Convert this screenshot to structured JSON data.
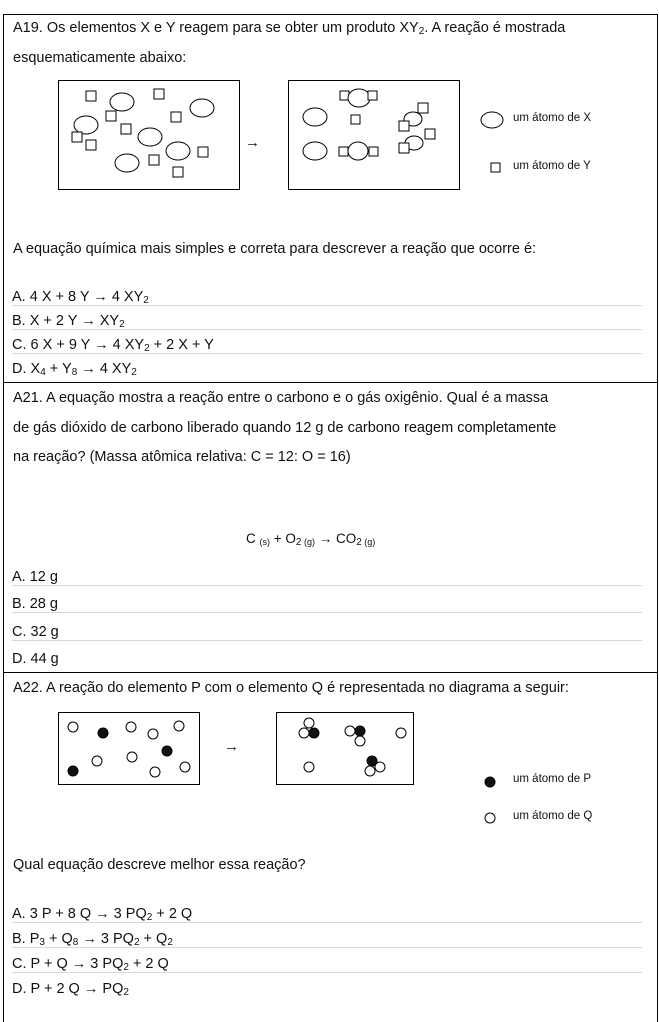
{
  "q19": {
    "stem_line1_pre": "A19. Os elementos X e Y reagem para se obter um produto XY",
    "stem_line1_sub": "2",
    "stem_line1_post": ". A reação é mostrada",
    "stem_line2": "esquematicamente abaixo:",
    "arrow": "→",
    "legend_x": "um átomo de X",
    "legend_y": "um átomo de Y",
    "question": "A equação química mais simples e correta para descrever a reação que ocorre é:",
    "options": {
      "a": {
        "p1": "A. 4 X + 8 Y → 4 XY",
        "s1": "2"
      },
      "b": {
        "p1": "B. X + 2 Y → XY",
        "s1": "2"
      },
      "c": {
        "p1": "C. 6 X + 9 Y → 4 XY",
        "s1": "2",
        "p2": " + 2 X + Y"
      },
      "d": {
        "p1": "D. X",
        "s1": "4",
        "p2": " + Y",
        "s2": "8",
        "p3": " → 4 XY",
        "s3": "2"
      }
    }
  },
  "q21": {
    "line1": "A21. A equação mostra a reação entre o carbono e o gás oxigênio. Qual é a massa",
    "line2": "de gás dióxido de carbono liberado quando 12 g de carbono reagem completamente",
    "line3": "na reação? (Massa atômica relativa: C = 12: O = 16)",
    "eq": {
      "c": "C ",
      "c_state": "(s)",
      "o": " + O",
      "o_sub": "2",
      "o_state": " (g)",
      "arrow": " → CO",
      "co_sub": "2",
      "co_state": " (g)"
    },
    "options": [
      "A. 12 g",
      "B. 28 g",
      "C. 32 g",
      "D. 44 g"
    ]
  },
  "q22": {
    "stem": "A22. A reação do elemento P com o elemento Q é representada no diagrama a seguir:",
    "arrow": "→",
    "legend_p": "um átomo de P",
    "legend_q": "um átomo de Q",
    "question": "Qual equação descreve melhor essa reação?",
    "options": {
      "a": {
        "p1": "A. 3 P + 8 Q → 3 PQ",
        "s1": "2",
        "p2": " + 2 Q"
      },
      "b": {
        "p1": "B. P",
        "s1": "3",
        "p2": " + Q",
        "s2": "8",
        "p3": " → 3 PQ",
        "s3": "2",
        "p4": " + Q",
        "s4": "2"
      },
      "c": {
        "p1": "C. P + Q → 3 PQ",
        "s1": "2",
        "p2": " + 2 Q"
      },
      "d": {
        "p1": "D. P + 2 Q → PQ",
        "s1": "2"
      }
    }
  }
}
